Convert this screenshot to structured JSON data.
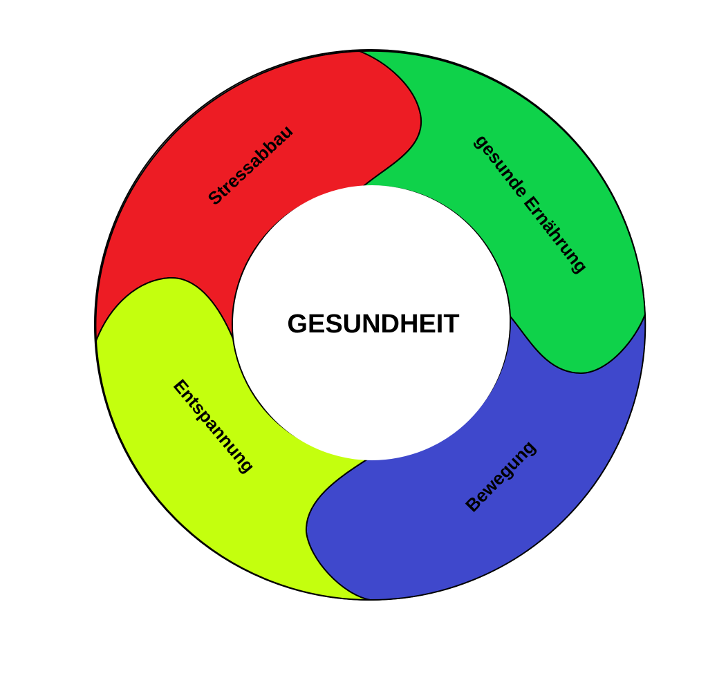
{
  "center": {
    "label": "GESUNDHEIT"
  },
  "segments": [
    {
      "id": "stress",
      "label": "Stressabbau",
      "color": "#ed1c24"
    },
    {
      "id": "nutrition",
      "label": "gesunde Ernährung",
      "color": "#0fd24a"
    },
    {
      "id": "movement",
      "label": "Bewegung",
      "color": "#3f48cc"
    },
    {
      "id": "relaxation",
      "label": "Entspannung",
      "color": "#c4ff0e"
    }
  ],
  "colors": {
    "outline": "#000000",
    "center_fill": "#ffffff"
  }
}
